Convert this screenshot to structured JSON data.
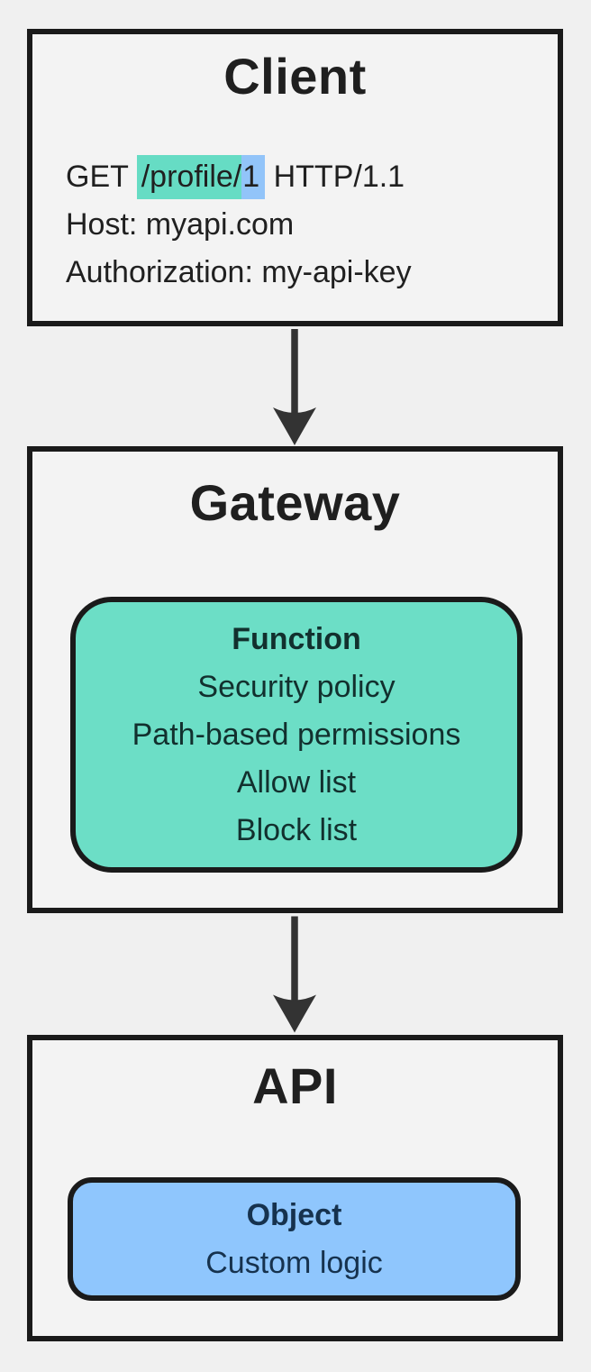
{
  "diagram": {
    "colors": {
      "background": "#f0f0f0",
      "panel_fill": "#f3f3f3",
      "outline": "#1a1a1a",
      "arrow": "#333333",
      "teal_fill": "#6cdec6",
      "blue_fill": "#8fc6fd",
      "teal_highlight": "#66dcc4",
      "blue_highlight": "#92c4f9",
      "title_text": "#1f1f1f",
      "body_text": "#202020",
      "teal_text": "#12302e",
      "blue_text": "#16324e"
    },
    "client": {
      "title": "Client",
      "request": {
        "line1": {
          "prefix": "GET ",
          "highlight_teal": "/profile/",
          "highlight_blue": "1",
          "suffix": " HTTP/1.1"
        },
        "line2": "Host: myapi.com",
        "line3": "Authorization: my-api-key"
      }
    },
    "gateway": {
      "title": "Gateway",
      "node": {
        "title": "Function",
        "items": [
          "Security policy",
          "Path-based permissions",
          "Allow list",
          "Block list"
        ]
      }
    },
    "api": {
      "title": "API",
      "node": {
        "title": "Object",
        "items": [
          "Custom logic"
        ]
      }
    }
  }
}
